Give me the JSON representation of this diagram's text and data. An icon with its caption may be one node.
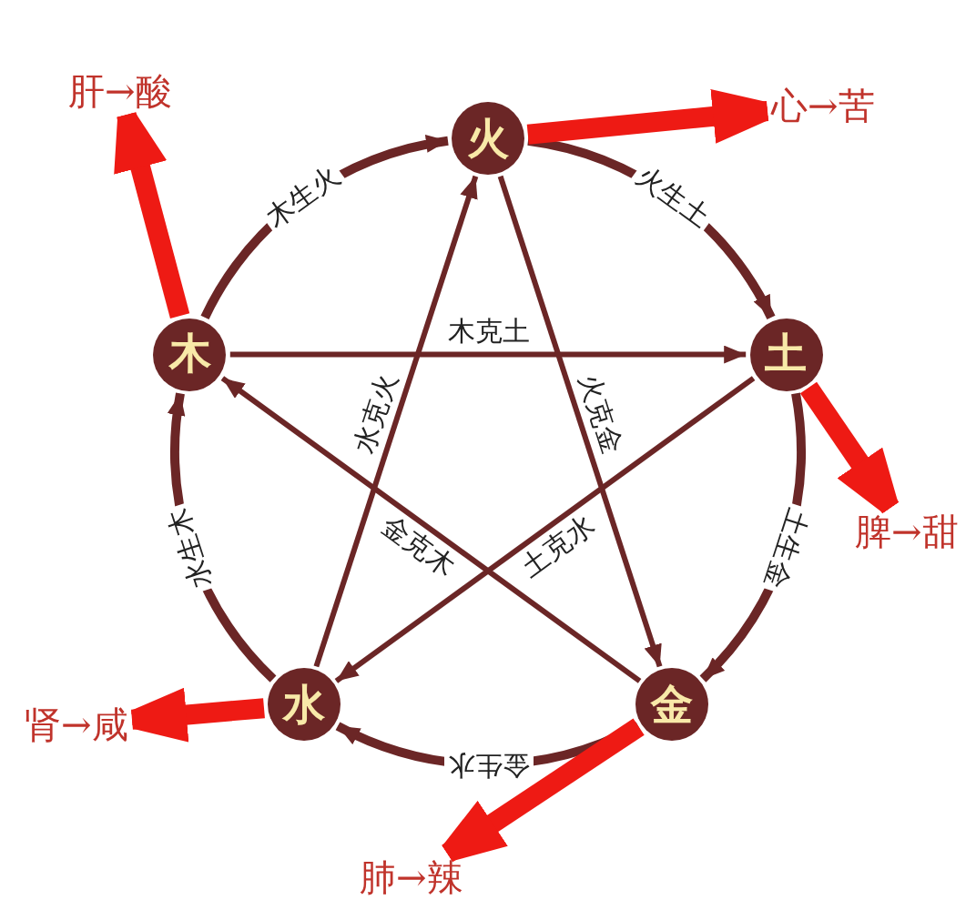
{
  "diagram": {
    "nodes": [
      {
        "text": [
          "火"
        ]
      },
      {
        "text": [
          "土"
        ]
      },
      {
        "text": [
          "金"
        ]
      },
      {
        "text": [
          "水"
        ]
      },
      {
        "text": [
          "木"
        ]
      },
      {
        "text": [
          "肝→酸"
        ]
      },
      {
        "text": [
          "心→苦"
        ]
      },
      {
        "text": [
          "脾→甜"
        ]
      },
      {
        "text": [
          "肺→辣"
        ]
      },
      {
        "text": [
          "肾→咸"
        ]
      }
    ],
    "edges": [
      {
        "from": 4,
        "to": 0,
        "arrow": "to",
        "label": "木生火"
      },
      {
        "from": 0,
        "to": 1,
        "arrow": "to",
        "label": "火生土"
      },
      {
        "from": 1,
        "to": 2,
        "arrow": "to",
        "label": "土生金"
      },
      {
        "from": 2,
        "to": 3,
        "arrow": "to",
        "label": "金生水"
      },
      {
        "from": 3,
        "to": 4,
        "arrow": "to",
        "label": "水生木"
      },
      {
        "from": 4,
        "to": 1,
        "arrow": "to",
        "label": "木克土"
      },
      {
        "from": 1,
        "to": 3,
        "arrow": "to",
        "label": "土克水"
      },
      {
        "from": 3,
        "to": 0,
        "arrow": "to",
        "label": "水克火"
      },
      {
        "from": 0,
        "to": 2,
        "arrow": "to",
        "label": "火克金"
      },
      {
        "from": 2,
        "to": 4,
        "arrow": "to",
        "label": "金克木"
      },
      {
        "from": 4,
        "to": 5,
        "arrow": "to",
        "style": "thick",
        "color": "#ee1a14"
      },
      {
        "from": 0,
        "to": 6,
        "arrow": "to",
        "style": "thick",
        "color": "#ee1a14"
      },
      {
        "from": 1,
        "to": 7,
        "arrow": "to",
        "style": "thick",
        "color": "#ee1a14"
      },
      {
        "from": 2,
        "to": 8,
        "arrow": "to",
        "style": "thick",
        "color": "#ee1a14"
      },
      {
        "from": 3,
        "to": 9,
        "arrow": "to",
        "style": "thick",
        "color": "#ee1a14"
      }
    ]
  }
}
